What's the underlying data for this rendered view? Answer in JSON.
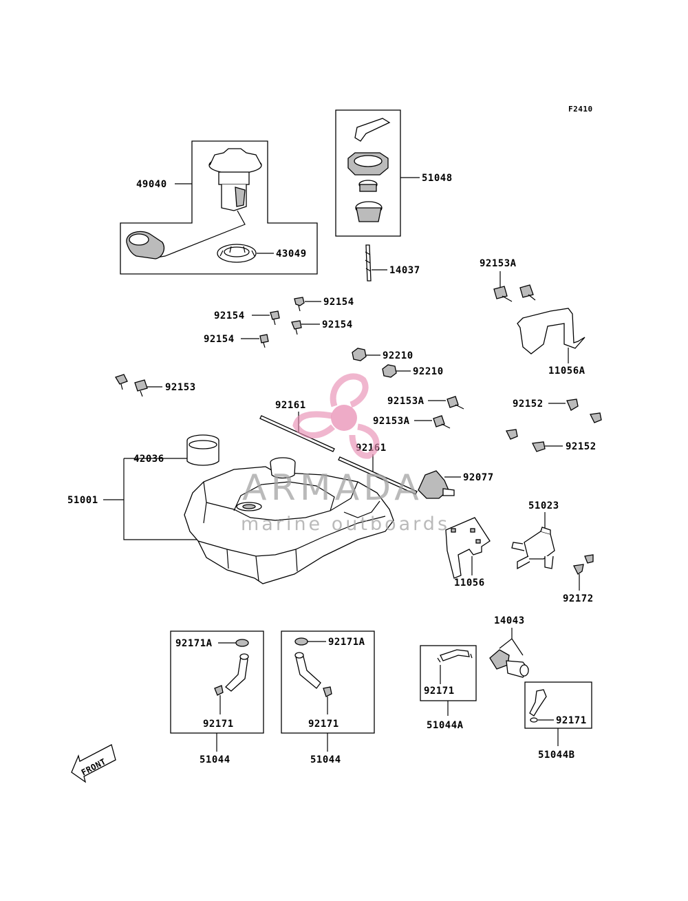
{
  "figure_code": "F2410",
  "front_label": "FRONT",
  "watermark": {
    "brand": "ARMADA",
    "tagline": "marine outboards",
    "color": "#e88fb4"
  },
  "callouts": {
    "c49040": "49040",
    "c43049": "43049",
    "c51048": "51048",
    "c14037": "14037",
    "c92153A_top": "92153A",
    "c11056A": "11056A",
    "c92154_1": "92154",
    "c92154_2": "92154",
    "c92154_3": "92154",
    "c92154_4": "92154",
    "c92210_1": "92210",
    "c92210_2": "92210",
    "c92153": "92153",
    "c92161_1": "92161",
    "c92161_2": "92161",
    "c92153A_1": "92153A",
    "c92153A_2": "92153A",
    "c92152_1": "92152",
    "c92152_2": "92152",
    "c42036": "42036",
    "c51001": "51001",
    "c92077": "92077",
    "c51023": "51023",
    "c11056": "11056",
    "c92172": "92172",
    "c14043": "14043",
    "c92171A_1": "92171A",
    "c92171A_2": "92171A",
    "c92171_1": "92171",
    "c92171_2": "92171",
    "c92171_3": "92171",
    "c92171_4": "92171",
    "c51044_1": "51044",
    "c51044_2": "51044",
    "c51044A": "51044A",
    "c51044B": "51044B"
  }
}
